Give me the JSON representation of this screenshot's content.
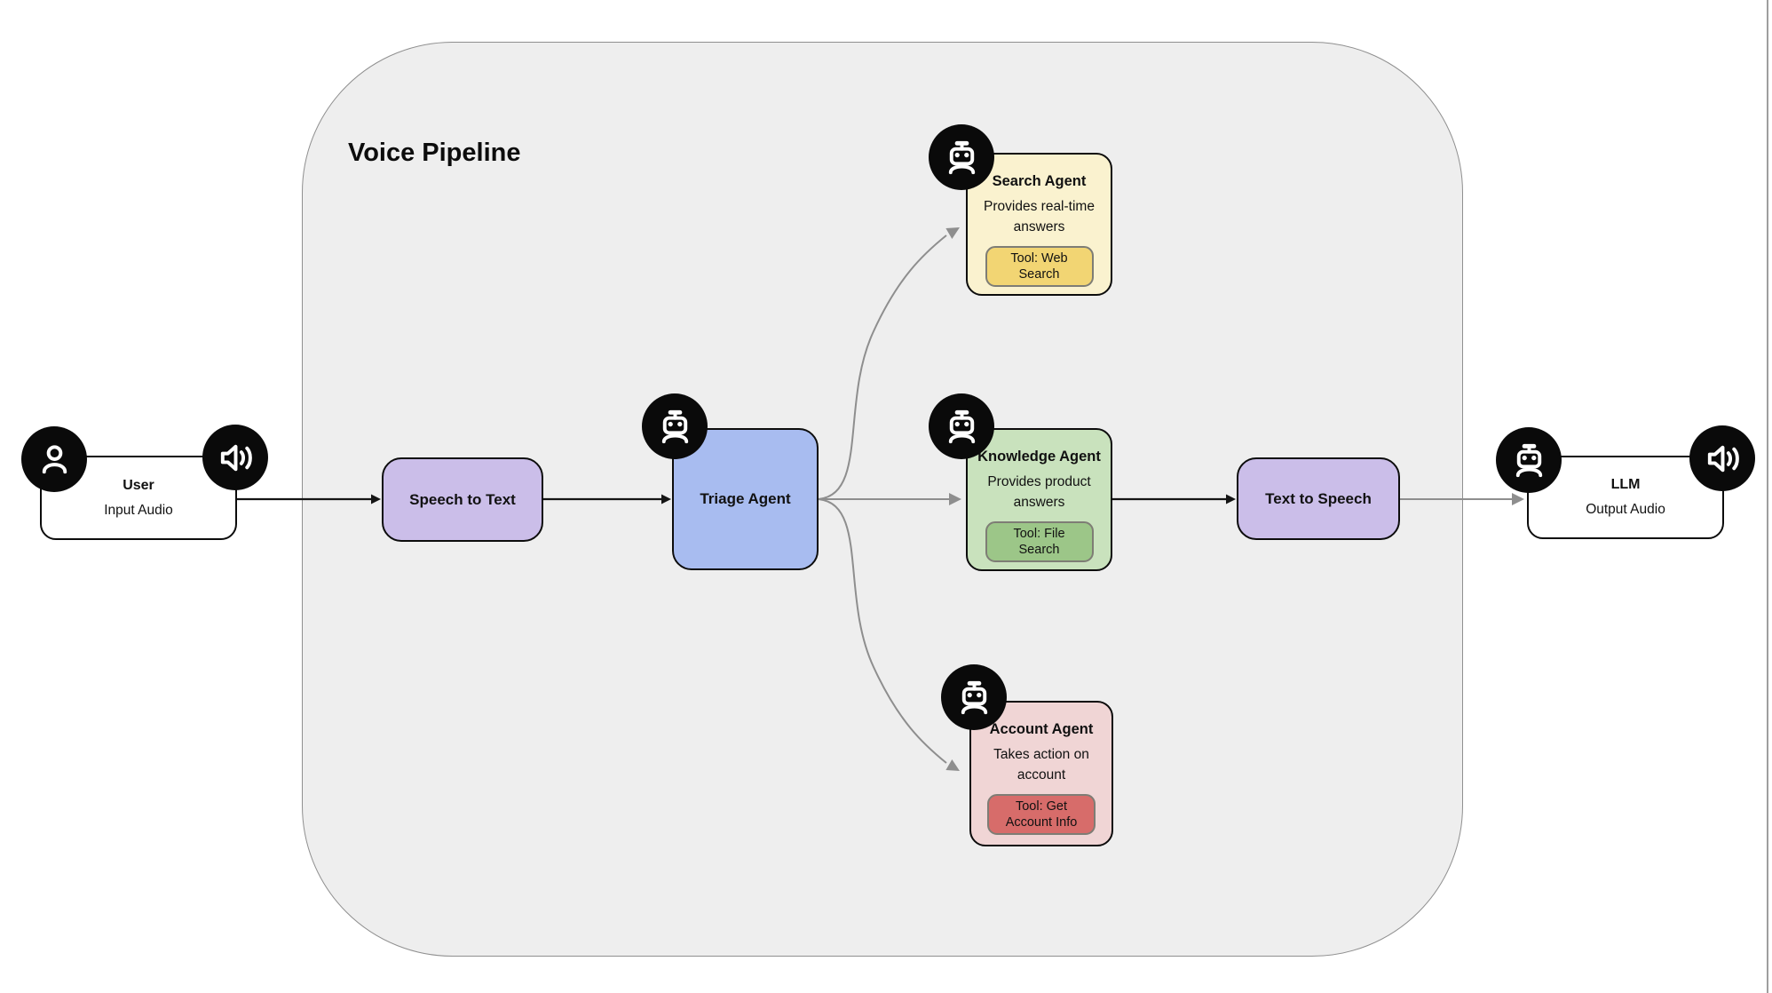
{
  "diagram": {
    "title": "Voice Pipeline",
    "nodes": {
      "user": {
        "title": "User",
        "subtitle": "Input Audio"
      },
      "speech_to_text": {
        "label": "Speech to Text"
      },
      "triage_agent": {
        "label": "Triage Agent"
      },
      "search_agent": {
        "title": "Search Agent",
        "description": "Provides real-time answers",
        "tool": "Tool: Web Search"
      },
      "knowledge_agent": {
        "title": "Knowledge Agent",
        "description": "Provides product answers",
        "tool": "Tool: File Search"
      },
      "account_agent": {
        "title": "Account Agent",
        "description": "Takes action on account",
        "tool": "Tool: Get Account Info"
      },
      "text_to_speech": {
        "label": "Text to Speech"
      },
      "llm": {
        "title": "LLM",
        "subtitle": "Output Audio"
      }
    },
    "icons": {
      "user_badge": "person-icon",
      "input_audio_badge": "speaker-icon",
      "output_audio_badge": "speaker-icon",
      "agent_badge": "robot-icon"
    },
    "colors": {
      "container_fill": "#EEEEEE",
      "container_border": "#8F8F8F",
      "step_fill": "#CBBEE9",
      "triage_fill": "#A8BCF0",
      "search_fill": "#FAF2CF",
      "search_tool_fill": "#F2D573",
      "knowledge_fill": "#C9E2BD",
      "knowledge_tool_fill": "#9CC688",
      "account_fill": "#F0D5D5",
      "account_tool_fill": "#D76C6A",
      "io_fill": "#FFFFFF",
      "badge_fill": "#0A0A0A",
      "edge_black": "#141414",
      "edge_gray": "#8E8E8E"
    }
  }
}
